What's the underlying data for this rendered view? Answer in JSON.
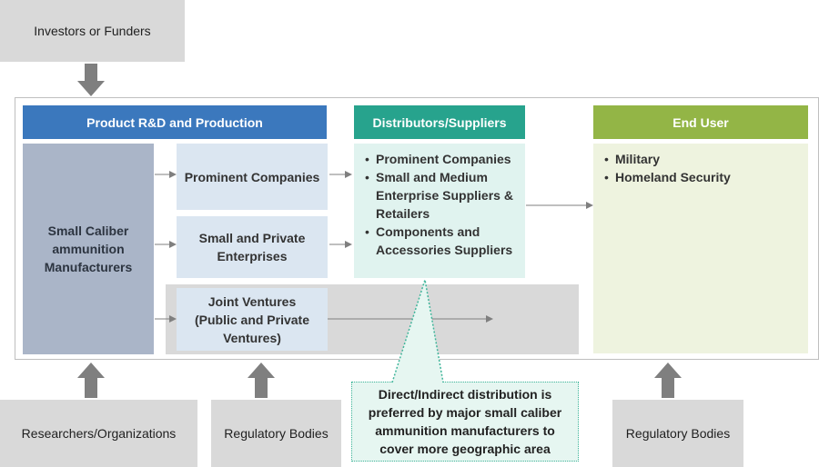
{
  "top_box": {
    "label": "Investors or Funders"
  },
  "headers": {
    "rnd": "Product R&D and Production",
    "distributors": "Distributors/Suppliers",
    "end_user": "End User"
  },
  "manufacturers": "Small Caliber ammunition Manufacturers",
  "rnd_boxes": {
    "prominent": "Prominent Companies",
    "small_private": "Small and Private Enterprises",
    "joint_ventures": "Joint Ventures (Public and Private Ventures)"
  },
  "distributors_list": [
    "Prominent Companies",
    "Small and Medium Enterprise Suppliers & Retailers",
    "Components and Accessories Suppliers"
  ],
  "end_user_list": [
    "Military",
    "Homeland Security"
  ],
  "callout": "Direct/Indirect distribution is preferred by major small caliber ammunition manufacturers to cover more geographic area",
  "bottom_boxes": {
    "researchers": "Researchers/Organizations",
    "regulatory_1": "Regulatory Bodies",
    "regulatory_2": "Regulatory Bodies"
  },
  "colors": {
    "rnd_header": "#3b78bd",
    "distributors_header": "#27a38d",
    "end_user_header": "#93b546",
    "arrow_grey": "#7f7f7f"
  }
}
